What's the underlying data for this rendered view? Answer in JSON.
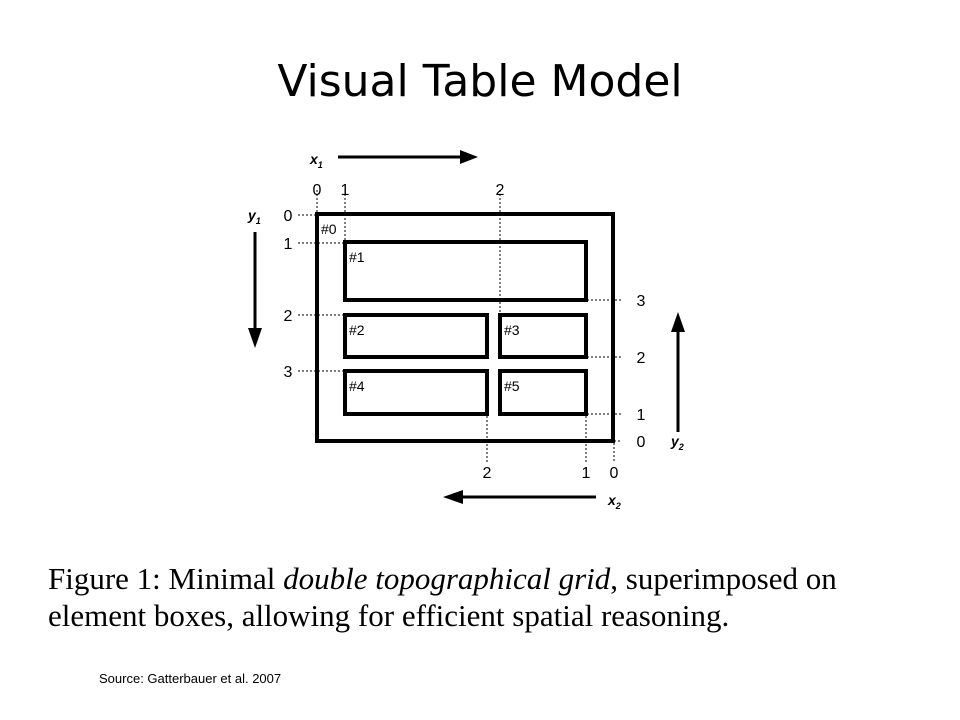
{
  "slide": {
    "title": "Visual Table Model",
    "source": "Source: Gatterbauer et al. 2007"
  },
  "caption": {
    "prefix": "Figure 1:  Minimal ",
    "emphasis": "double topographical grid",
    "suffix": ", superimposed on element boxes, allowing for efficient spatial reasoning."
  },
  "diagram": {
    "axes": {
      "x1": {
        "name": "x",
        "sub": "1",
        "ticks": [
          "0",
          "1",
          "2"
        ]
      },
      "y1": {
        "name": "y",
        "sub": "1",
        "ticks": [
          "0",
          "1",
          "2",
          "3"
        ]
      },
      "x2": {
        "name": "x",
        "sub": "2",
        "ticks": [
          "2",
          "1",
          "0"
        ]
      },
      "y2": {
        "name": "y",
        "sub": "2",
        "ticks": [
          "3",
          "2",
          "1",
          "0"
        ]
      }
    },
    "boxes": [
      {
        "label": "#0"
      },
      {
        "label": "#1"
      },
      {
        "label": "#2"
      },
      {
        "label": "#3"
      },
      {
        "label": "#4"
      },
      {
        "label": "#5"
      }
    ]
  }
}
